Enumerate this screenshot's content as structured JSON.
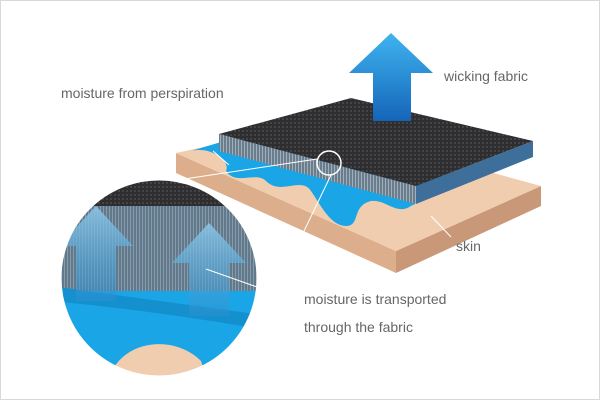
{
  "labels": {
    "perspiration": "moisture from perspiration",
    "fabric": "wicking fabric",
    "skin": "skin",
    "transport_line1": "moisture is transported",
    "transport_line2": "through the fabric"
  },
  "colors": {
    "skin": "#f1cdb0",
    "skin_side": "#dcae8c",
    "fabric": "#2e2e30",
    "moisture": "#1aa6e6",
    "arrow": "#2196dc",
    "text": "#666666"
  }
}
